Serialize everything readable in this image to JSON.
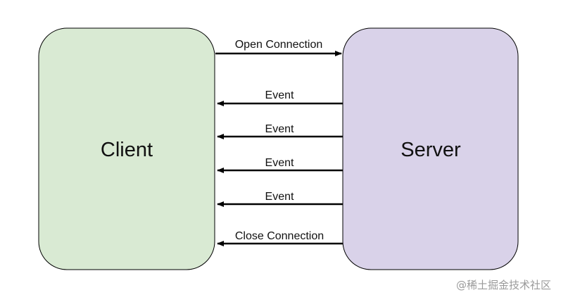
{
  "nodes": {
    "client": {
      "label": "Client",
      "fill": "#d9ead3",
      "stroke": "#000000"
    },
    "server": {
      "label": "Server",
      "fill": "#d9d2e9",
      "stroke": "#000000"
    }
  },
  "edges": [
    {
      "label": "Open Connection",
      "direction": "client-to-server"
    },
    {
      "label": "Event",
      "direction": "server-to-client"
    },
    {
      "label": "Event",
      "direction": "server-to-client"
    },
    {
      "label": "Event",
      "direction": "server-to-client"
    },
    {
      "label": "Event",
      "direction": "server-to-client"
    },
    {
      "label": "Close Connection",
      "direction": "server-to-client"
    }
  ],
  "watermark": "@稀土掘金技术社区"
}
